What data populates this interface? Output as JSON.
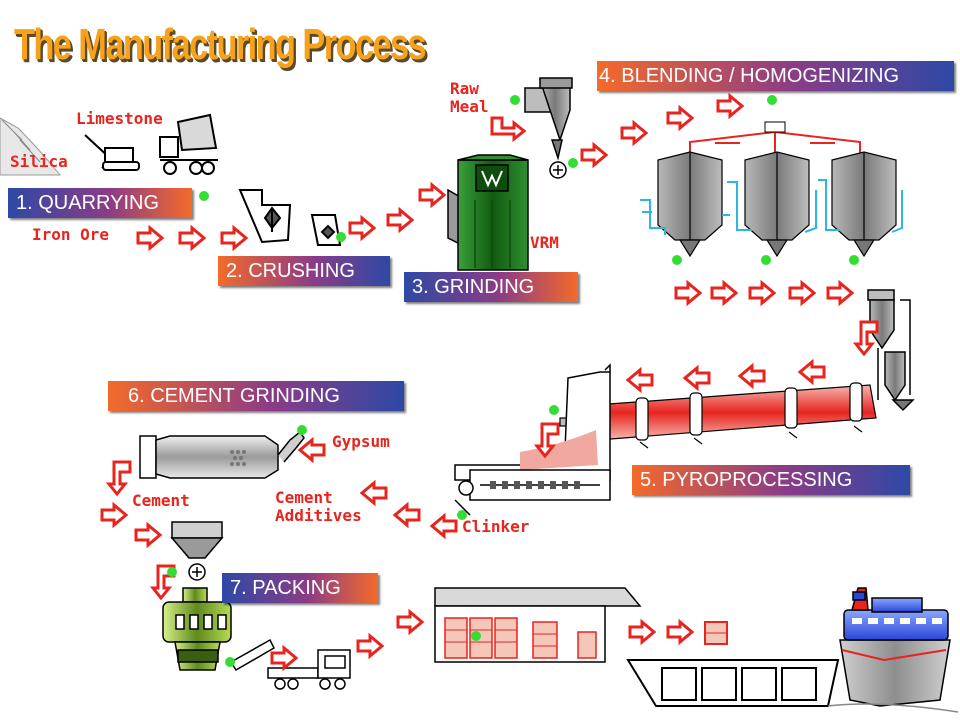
{
  "title": "The Manufacturing Process",
  "stages": {
    "quarrying": "1. QUARRYING",
    "crushing": "2. CRUSHING",
    "grinding": "3. GRINDING",
    "blending": "4. BLENDING / HOMOGENIZING",
    "pyroprocessing": "5. PYROPROCESSING",
    "cement_grinding": "6. CEMENT GRINDING",
    "packing": "7. PACKING"
  },
  "labels": {
    "limestone": "Limestone",
    "silica": "Silica",
    "iron_ore": "Iron Ore",
    "raw_meal": "Raw\nMeal",
    "vrm": "VRM",
    "gypsum": "Gypsum",
    "cement": "Cement",
    "cement_additives": "Cement\nAdditives",
    "clinker": "Clinker"
  },
  "colors": {
    "title": "#f7a21b",
    "label": "#e8241f",
    "arrow_fill": "#ffffff",
    "arrow_stroke": "#e8241f",
    "stage_blue": "#2d49a6",
    "stage_orange": "#f46a2a",
    "grinding_mill": "#1f7a1f",
    "silo_gray": "#8c8c8c",
    "kiln_red": "#e8241f",
    "indicator_dot": "#33dd33"
  }
}
